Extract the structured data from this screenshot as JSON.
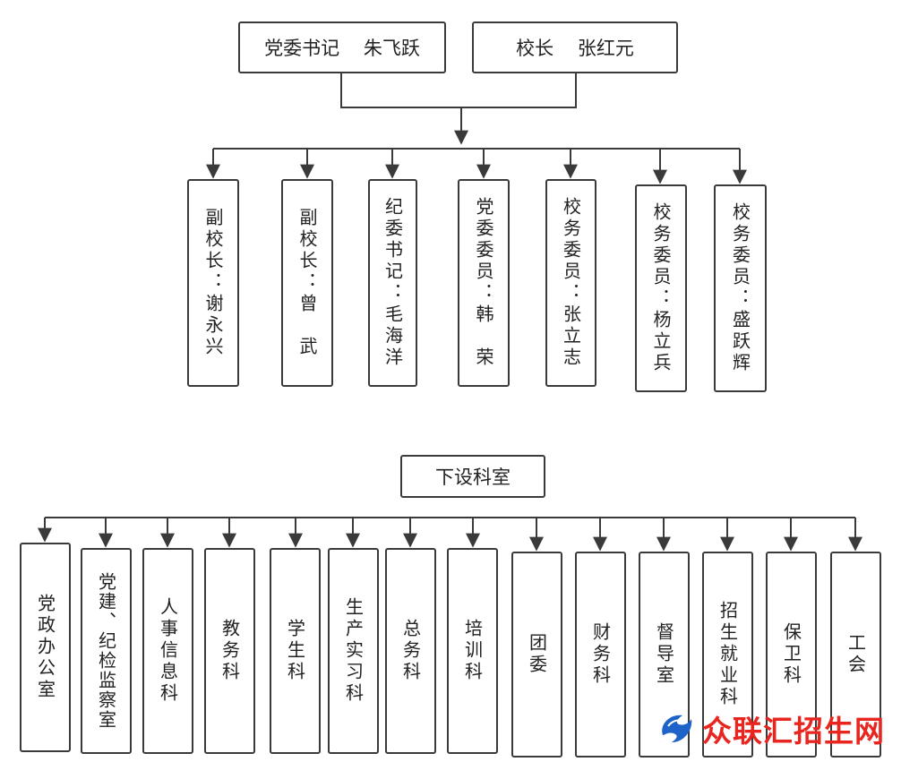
{
  "leaders": [
    {
      "role": "党委书记",
      "name": "朱飞跃"
    },
    {
      "role": "校长",
      "name": "张红元"
    }
  ],
  "deputies": [
    "副校长：谢永兴",
    "副校长：曾　武",
    "纪委书记：毛海洋",
    "党委委员：韩　荣",
    "校务委员：张立志",
    "校务委员：杨立兵",
    "校务委员：盛跃辉"
  ],
  "section_title": "下设科室",
  "departments": [
    "党政办公室",
    "党建、纪检监察室",
    "人事信息科",
    "教务科",
    "学生科",
    "生产实习科",
    "总务科",
    "培训科",
    "团委",
    "财务科",
    "督导室",
    "招生就业科",
    "保卫科",
    "工会"
  ],
  "watermark": {
    "text": "众联汇招生网",
    "icon": "stylized-logo-icon",
    "color": "#e8251f"
  }
}
